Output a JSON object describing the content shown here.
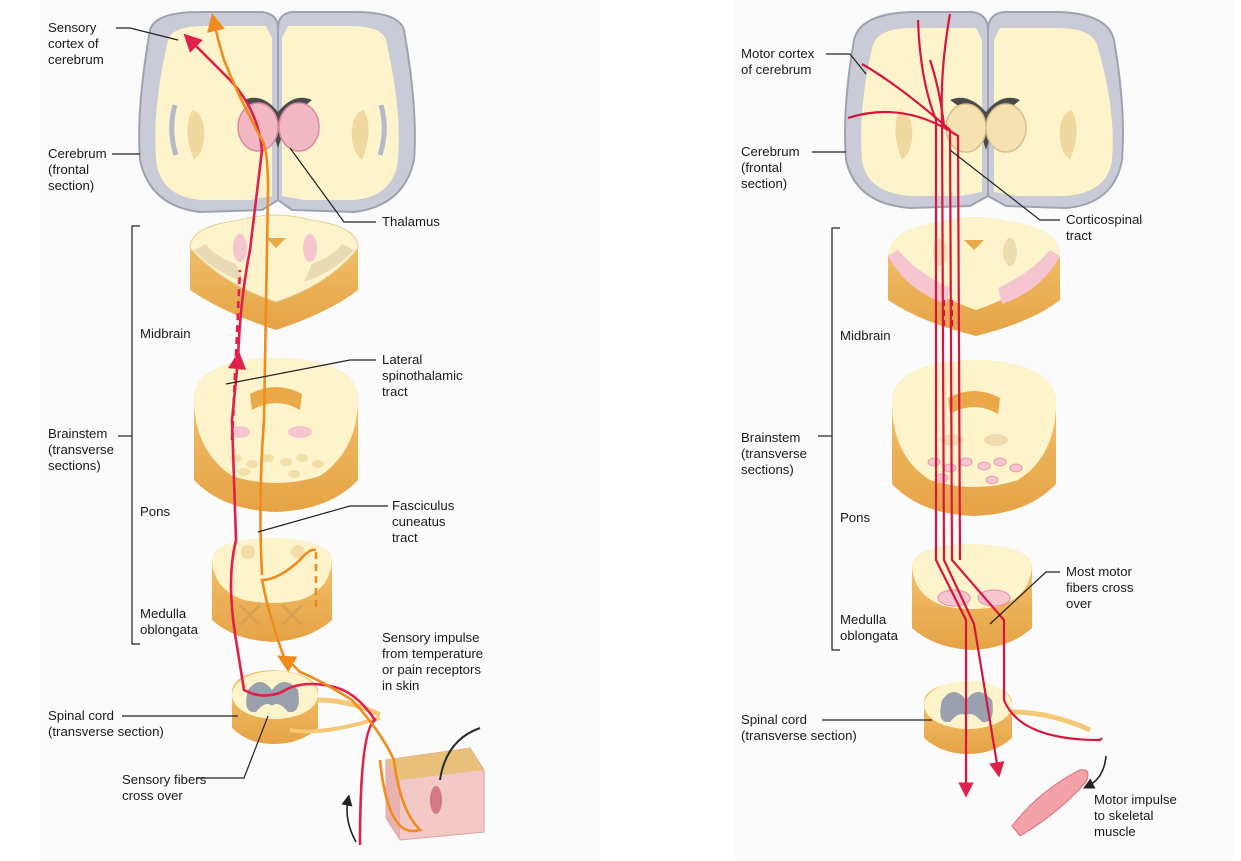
{
  "left_panel": {
    "sensory_cortex": "Sensory\ncortex of\ncerebrum",
    "cerebrum": "Cerebrum\n(frontal\nsection)",
    "thalamus": "Thalamus",
    "midbrain": "Midbrain",
    "lateral_spinothalamic": "Lateral\nspinothalamic\ntract",
    "brainstem": "Brainstem\n(transverse\nsections)",
    "pons": "Pons",
    "fasciculus_cuneatus": "Fasciculus\ncuneatus\ntract",
    "medulla": "Medulla\noblongata",
    "sensory_impulse": "Sensory impulse\nfrom temperature\nor pain receptors\nin skin",
    "spinal_cord": "Spinal cord\n(transverse section)",
    "sensory_fibers": "Sensory fibers\ncross over"
  },
  "right_panel": {
    "motor_cortex": "Motor cortex\nof cerebrum",
    "cerebrum": "Cerebrum\n(frontal\nsection)",
    "corticospinal": "Corticospinal\ntract",
    "midbrain": "Midbrain",
    "brainstem": "Brainstem\n(transverse\nsections)",
    "pons": "Pons",
    "most_motor": "Most motor\nfibers cross\nover",
    "medulla": "Medulla\noblongata",
    "spinal_cord": "Spinal cord\n(transverse section)",
    "motor_impulse": "Motor impulse\nto skeletal\nmuscle"
  },
  "colors": {
    "sensory_pathway": "#e0204a",
    "sensory_pathway_2": "#f08c1e",
    "motor_pathway": "#d9143f",
    "cortex_gray": "#c4c8d2",
    "white_matter": "#fdf4cc",
    "brainstem_tan": "#f3c26a",
    "thalamus_pink": "#f2b8c4"
  }
}
